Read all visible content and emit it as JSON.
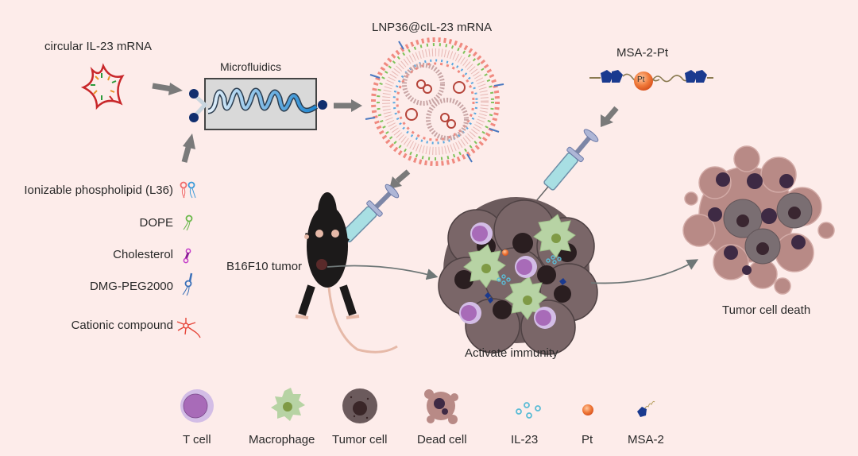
{
  "labels": {
    "circular_mrna": "circular IL-23 mRNA",
    "microfluidics": "Microfluidics",
    "lnp": "LNP36@cIL-23 mRNA",
    "msa2pt": "MSA-2-Pt",
    "pt_symbol": "Pt",
    "b16f10": "B16F10 tumor",
    "activate": "Activate immunity",
    "death": "Tumor cell death"
  },
  "components": [
    {
      "label": "Ionizable phospholipid (L36)",
      "icon": "ionizable-lipid-icon"
    },
    {
      "label": "DOPE",
      "icon": "dope-icon"
    },
    {
      "label": "Cholesterol",
      "icon": "cholesterol-icon"
    },
    {
      "label": "DMG-PEG2000",
      "icon": "peg-lipid-icon"
    },
    {
      "label": "Cationic compound",
      "icon": "cationic-compound-icon"
    }
  ],
  "legend": [
    {
      "label": "T cell",
      "icon": "t-cell-icon"
    },
    {
      "label": "Macrophage",
      "icon": "macrophage-icon"
    },
    {
      "label": "Tumor cell",
      "icon": "tumor-cell-icon"
    },
    {
      "label": "Dead cell",
      "icon": "dead-cell-icon"
    },
    {
      "label": "IL-23",
      "icon": "il23-icon"
    },
    {
      "label": "Pt",
      "icon": "pt-icon"
    },
    {
      "label": "MSA-2",
      "icon": "msa2-icon"
    }
  ],
  "colors": {
    "background": "#fdecea",
    "arrow": "#7a7a7a",
    "tcell_outer": "#d3bde6",
    "tcell_inner": "#a86bb8",
    "macrophage": "#b7d3a4",
    "macrophage_nucleus": "#7f9a45",
    "tumor": "#6b5a5c",
    "dead": "#b88a86",
    "il23": "#5bbcd6",
    "pt": "#f07a3a",
    "msa2": "#1a3a8f"
  }
}
